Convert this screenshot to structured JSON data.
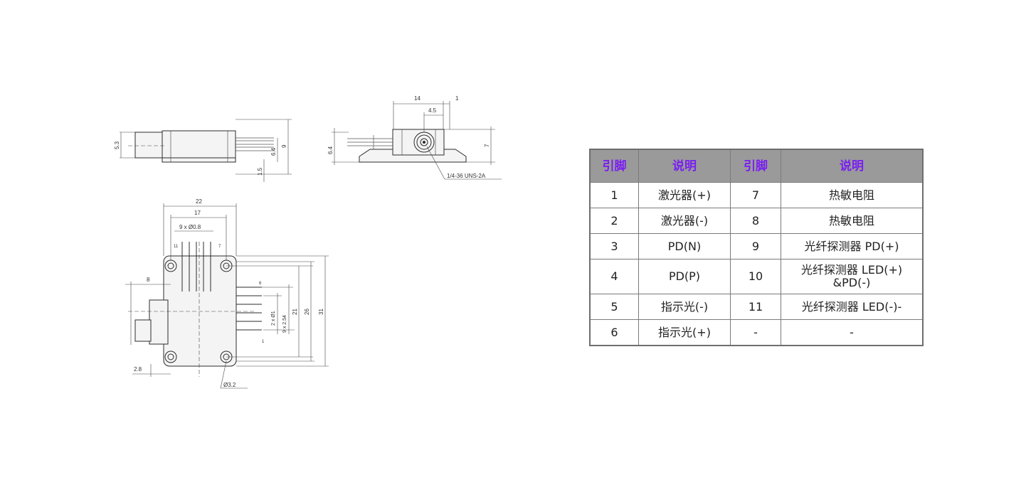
{
  "drawing": {
    "side_view": {
      "dim_left": "5.3",
      "dim_pins": "6.4",
      "dim_height": "9",
      "dim_base": "1.5"
    },
    "end_view": {
      "dim_width": "14",
      "dim_offset": "1",
      "dim_center": "4.5",
      "dim_left": "6.4",
      "dim_right": "7",
      "connector": "1/4-36 UNS-2A"
    },
    "top_view": {
      "dim_22": "22",
      "dim_17": "17",
      "pin_spec": "9 x Ø0.8",
      "pin_11": "11",
      "pin_7": "7",
      "dim_8": "8",
      "pin_6": "6",
      "pin_1": "1",
      "pin_spacing": "2 x Ø1",
      "pitch": "9 x 2.54",
      "dim_21": "21",
      "dim_26": "26",
      "dim_31": "31",
      "dim_2_8": "2.8",
      "hole": "Ø3.2"
    }
  },
  "table": {
    "headers": [
      "引脚",
      "说明",
      "引脚",
      "说明"
    ],
    "rows": [
      [
        "1",
        "激光器(+)",
        "7",
        "热敏电阻"
      ],
      [
        "2",
        "激光器(-)",
        "8",
        "热敏电阻"
      ],
      [
        "3",
        "PD(N)",
        "9",
        "光纤探测器 PD(+)"
      ],
      [
        "4",
        "PD(P)",
        "10",
        "光纤探测器 LED(+)",
        "&PD(-)"
      ],
      [
        "5",
        "指示光(-)",
        "11",
        "光纤探测器 LED(-)-"
      ],
      [
        "6",
        "指示光(+)",
        "-",
        "-"
      ]
    ],
    "colors": {
      "header_bg": "#9a9a9a",
      "header_text": "#7a1ff2",
      "border": "#6e6e6e"
    }
  }
}
